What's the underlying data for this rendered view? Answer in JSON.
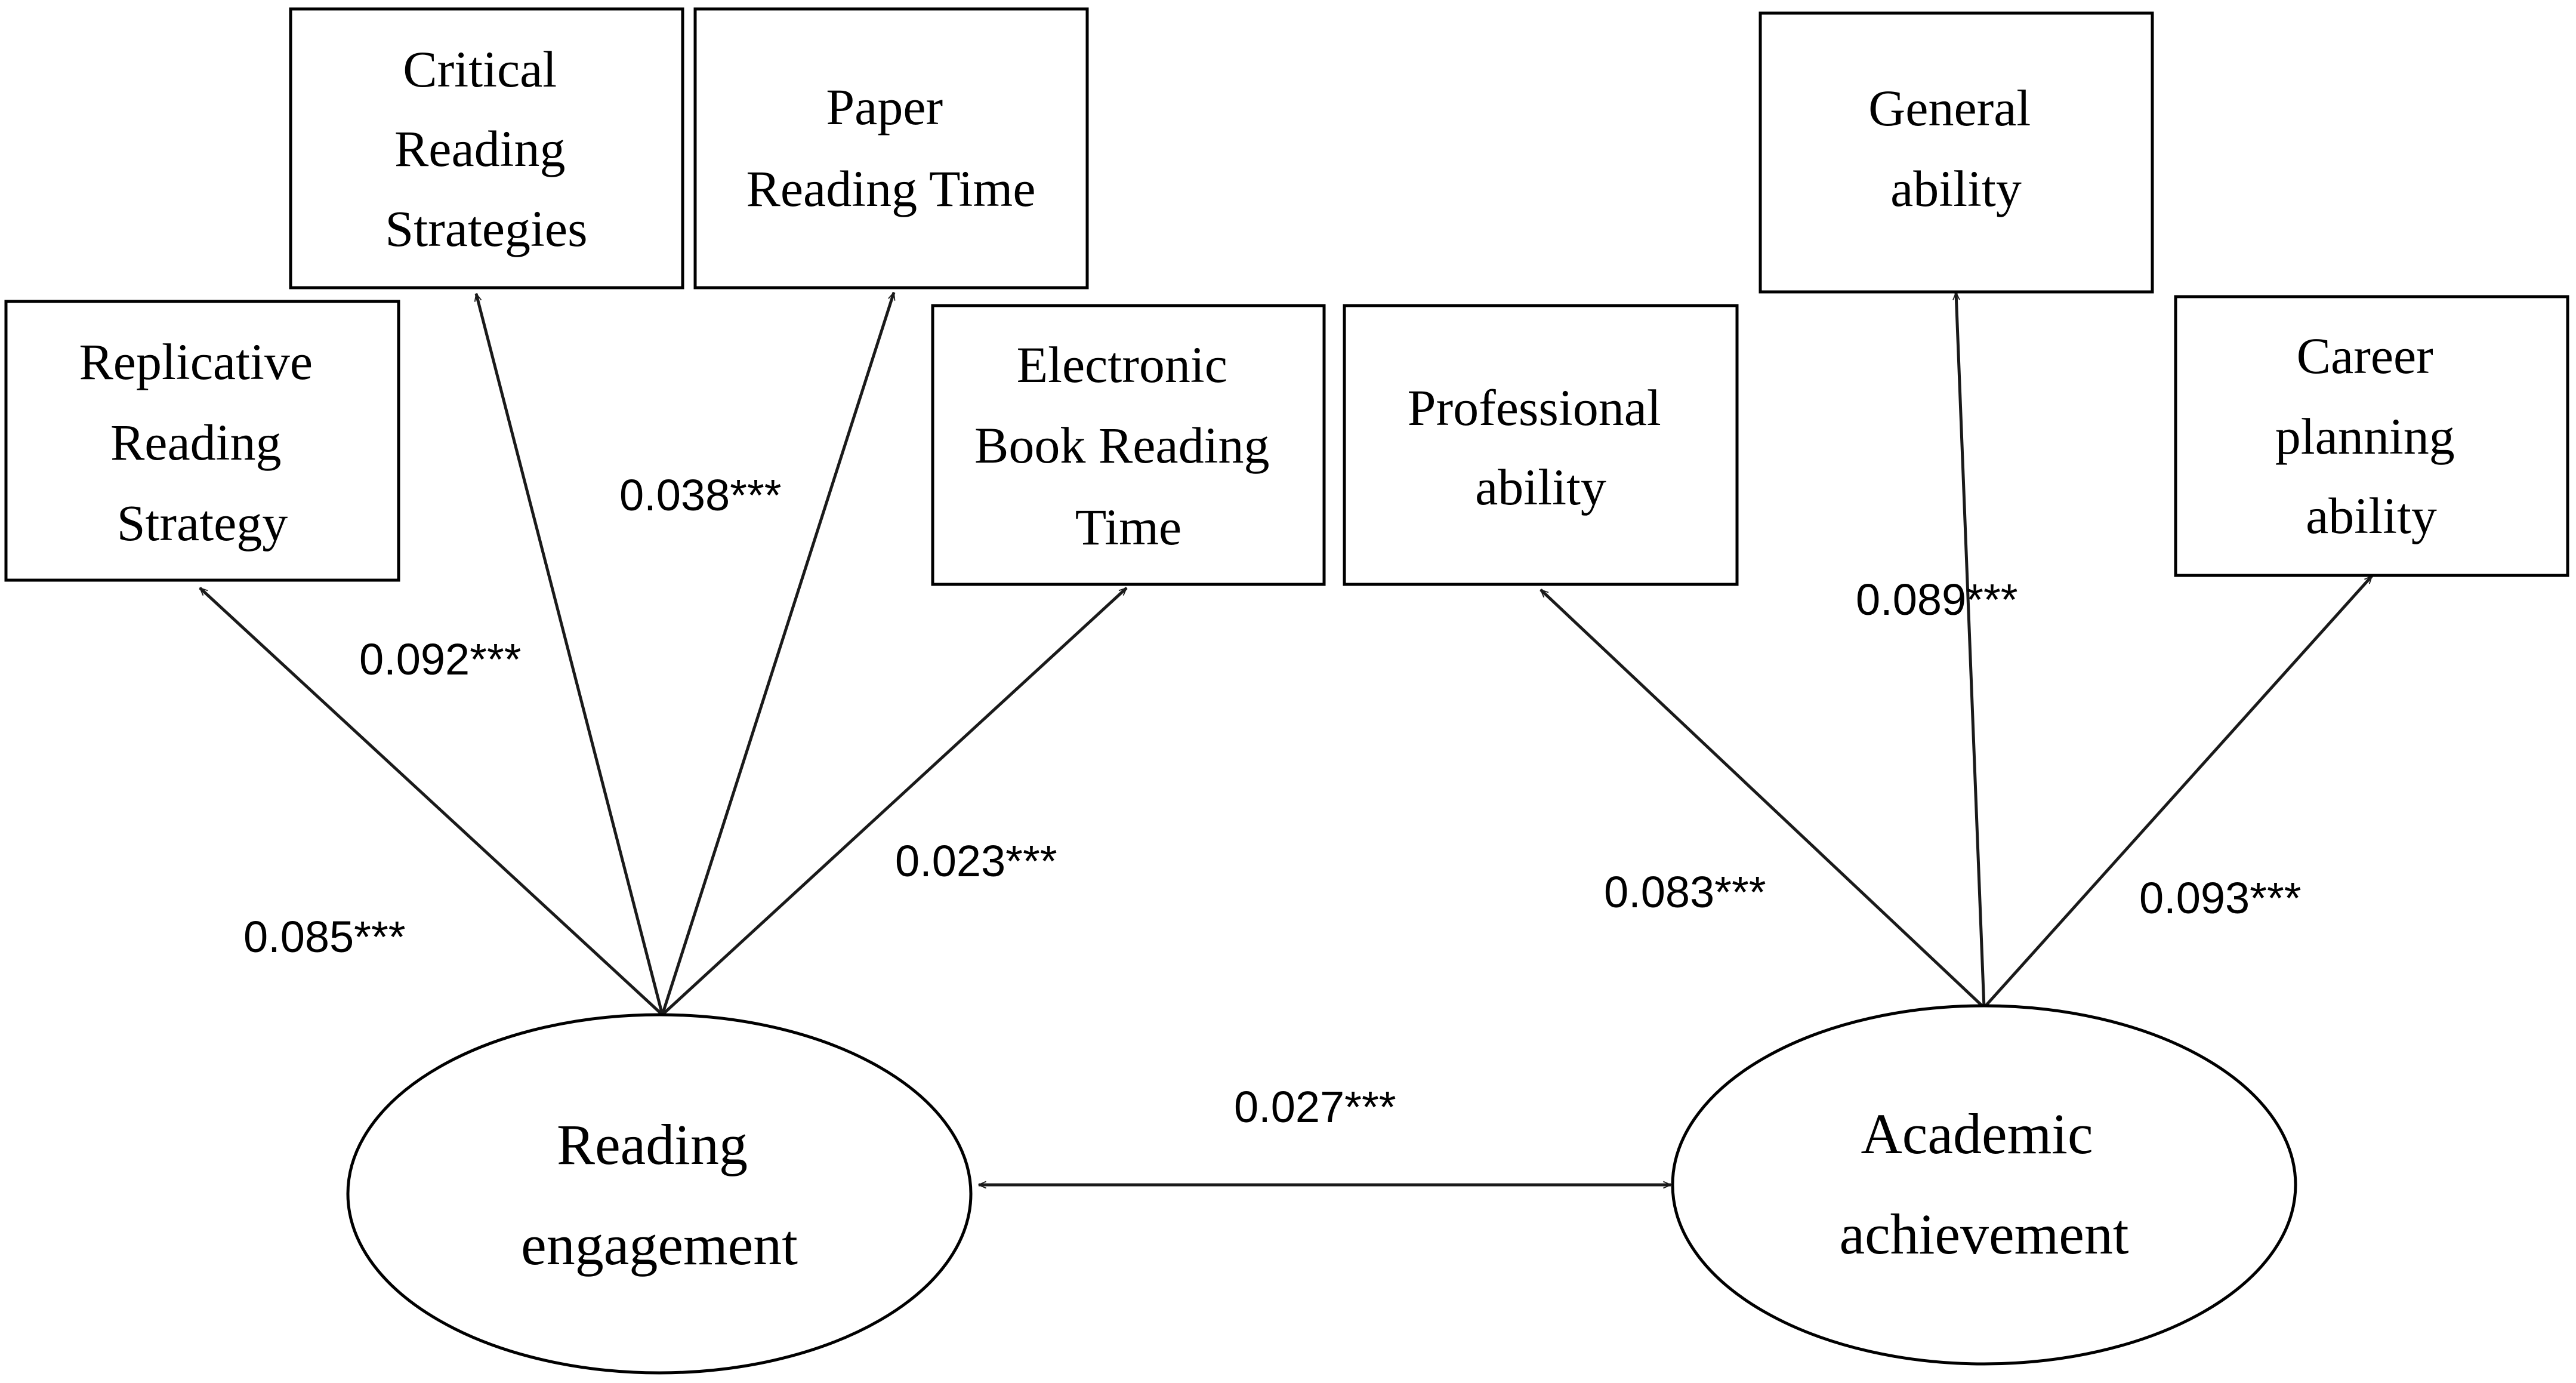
{
  "nodes": {
    "replicative": [
      "Replicative",
      "Reading",
      "Strategy"
    ],
    "critical": [
      "Critical",
      "Reading",
      "Strategies"
    ],
    "paper": [
      "Paper",
      "Reading Time"
    ],
    "electronic": [
      "Electronic",
      "Book Reading",
      "Time"
    ],
    "professional": [
      "Professional",
      "ability"
    ],
    "general": [
      "General",
      "ability"
    ],
    "career": [
      "Career",
      "planning",
      "ability"
    ],
    "reading_engagement": [
      "Reading",
      "engagement"
    ],
    "academic_achievement": [
      "Academic",
      "achievement"
    ]
  },
  "coefficients": {
    "replicative": "0.085***",
    "critical": "0.092***",
    "paper": "0.038***",
    "electronic": "0.023***",
    "professional": "0.083***",
    "general": "0.089***",
    "career": "0.093***",
    "correlation": "0.027***"
  },
  "colors": {
    "line": "#1a1a1a",
    "text": "#000000",
    "background": "#ffffff"
  }
}
